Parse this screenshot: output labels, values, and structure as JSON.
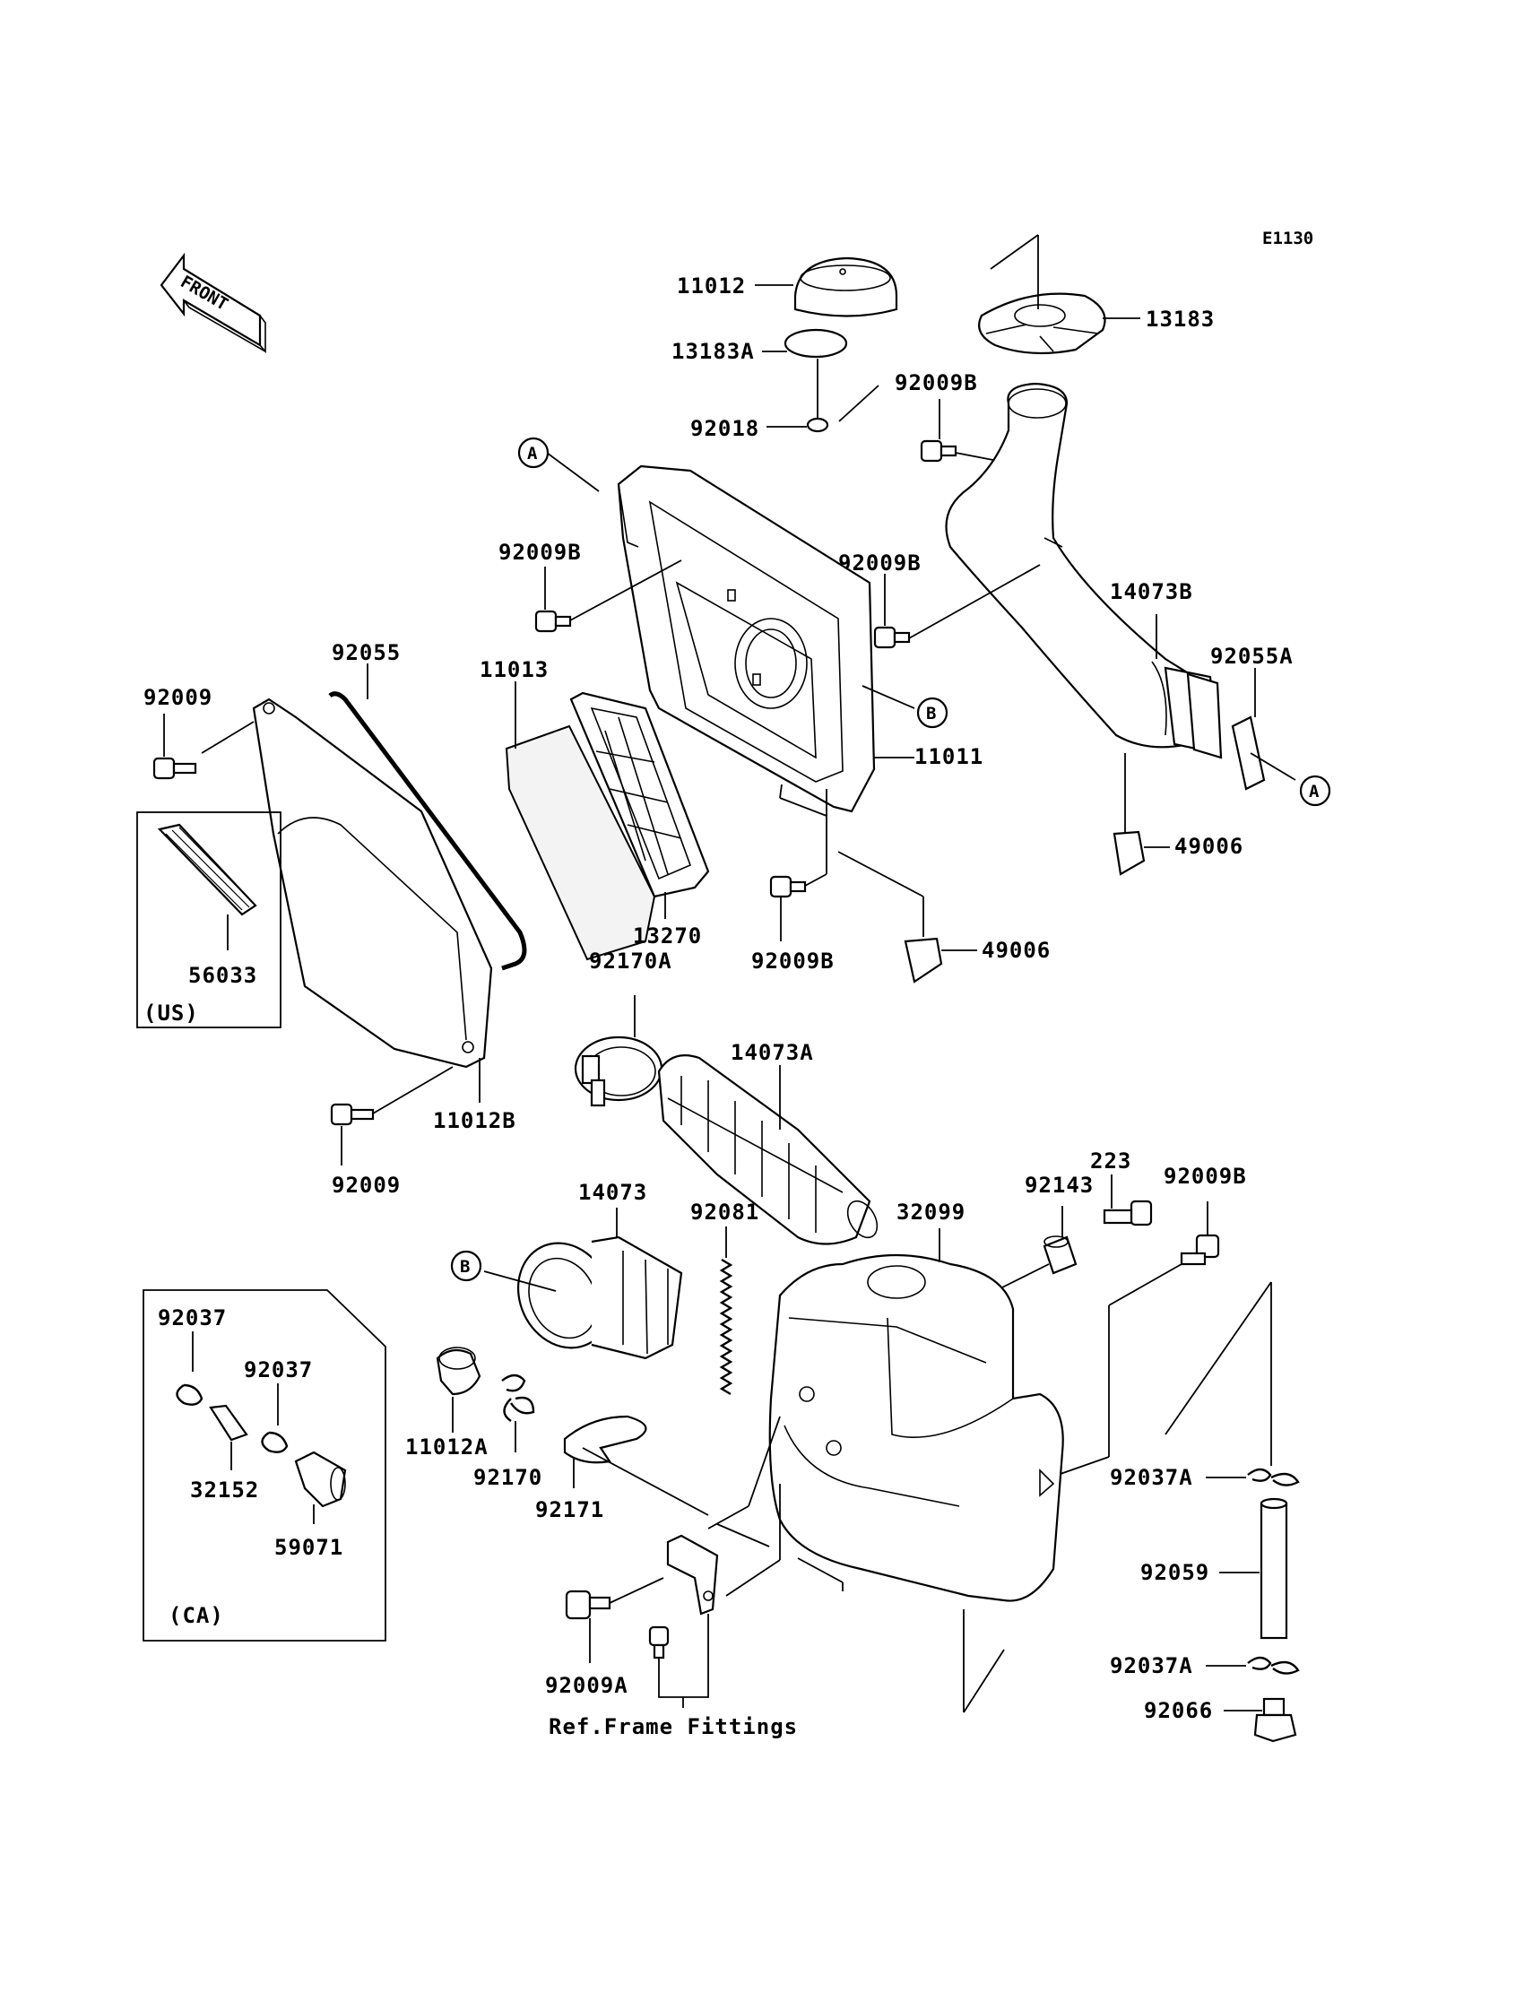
{
  "diagram_code": "E1130",
  "front_arrow_label": "FRONT",
  "part_labels": {
    "p11012": "11012",
    "p13183a": "13183A",
    "p92018": "92018",
    "p13183": "13183",
    "p92009b_top": "92009B",
    "p92009b_left": "92009B",
    "p92009b_mid": "92009B",
    "p14073b": "14073B",
    "p92055a": "92055A",
    "p92055": "92055",
    "p11013": "11013",
    "p92009_top": "92009",
    "p11011": "11011",
    "p49006_right": "49006",
    "p56033": "56033",
    "p13270": "13270",
    "p92009b_low": "92009B",
    "p49006_low": "49006",
    "p92170a": "92170A",
    "p14073a": "14073A",
    "p11012b": "11012B",
    "p92009_low": "92009",
    "p223": "223",
    "p92143": "92143",
    "p92009b_right": "92009B",
    "p14073": "14073",
    "p92081": "92081",
    "p32099": "32099",
    "p92037_1": "92037",
    "p92037_2": "92037",
    "p32152": "32152",
    "p59071": "59071",
    "p11012a": "11012A",
    "p92170": "92170",
    "p92171": "92171",
    "p92037a_top": "92037A",
    "p92059": "92059",
    "p92037a_low": "92037A",
    "p92066": "92066",
    "p92009a": "92009A"
  },
  "callouts": {
    "a_top": "A",
    "b_top": "B",
    "a_right": "A",
    "b_low": "B"
  },
  "boxes": {
    "us_label": "(US)",
    "ca_label": "(CA)"
  },
  "reference_note": "Ref.Frame Fittings"
}
